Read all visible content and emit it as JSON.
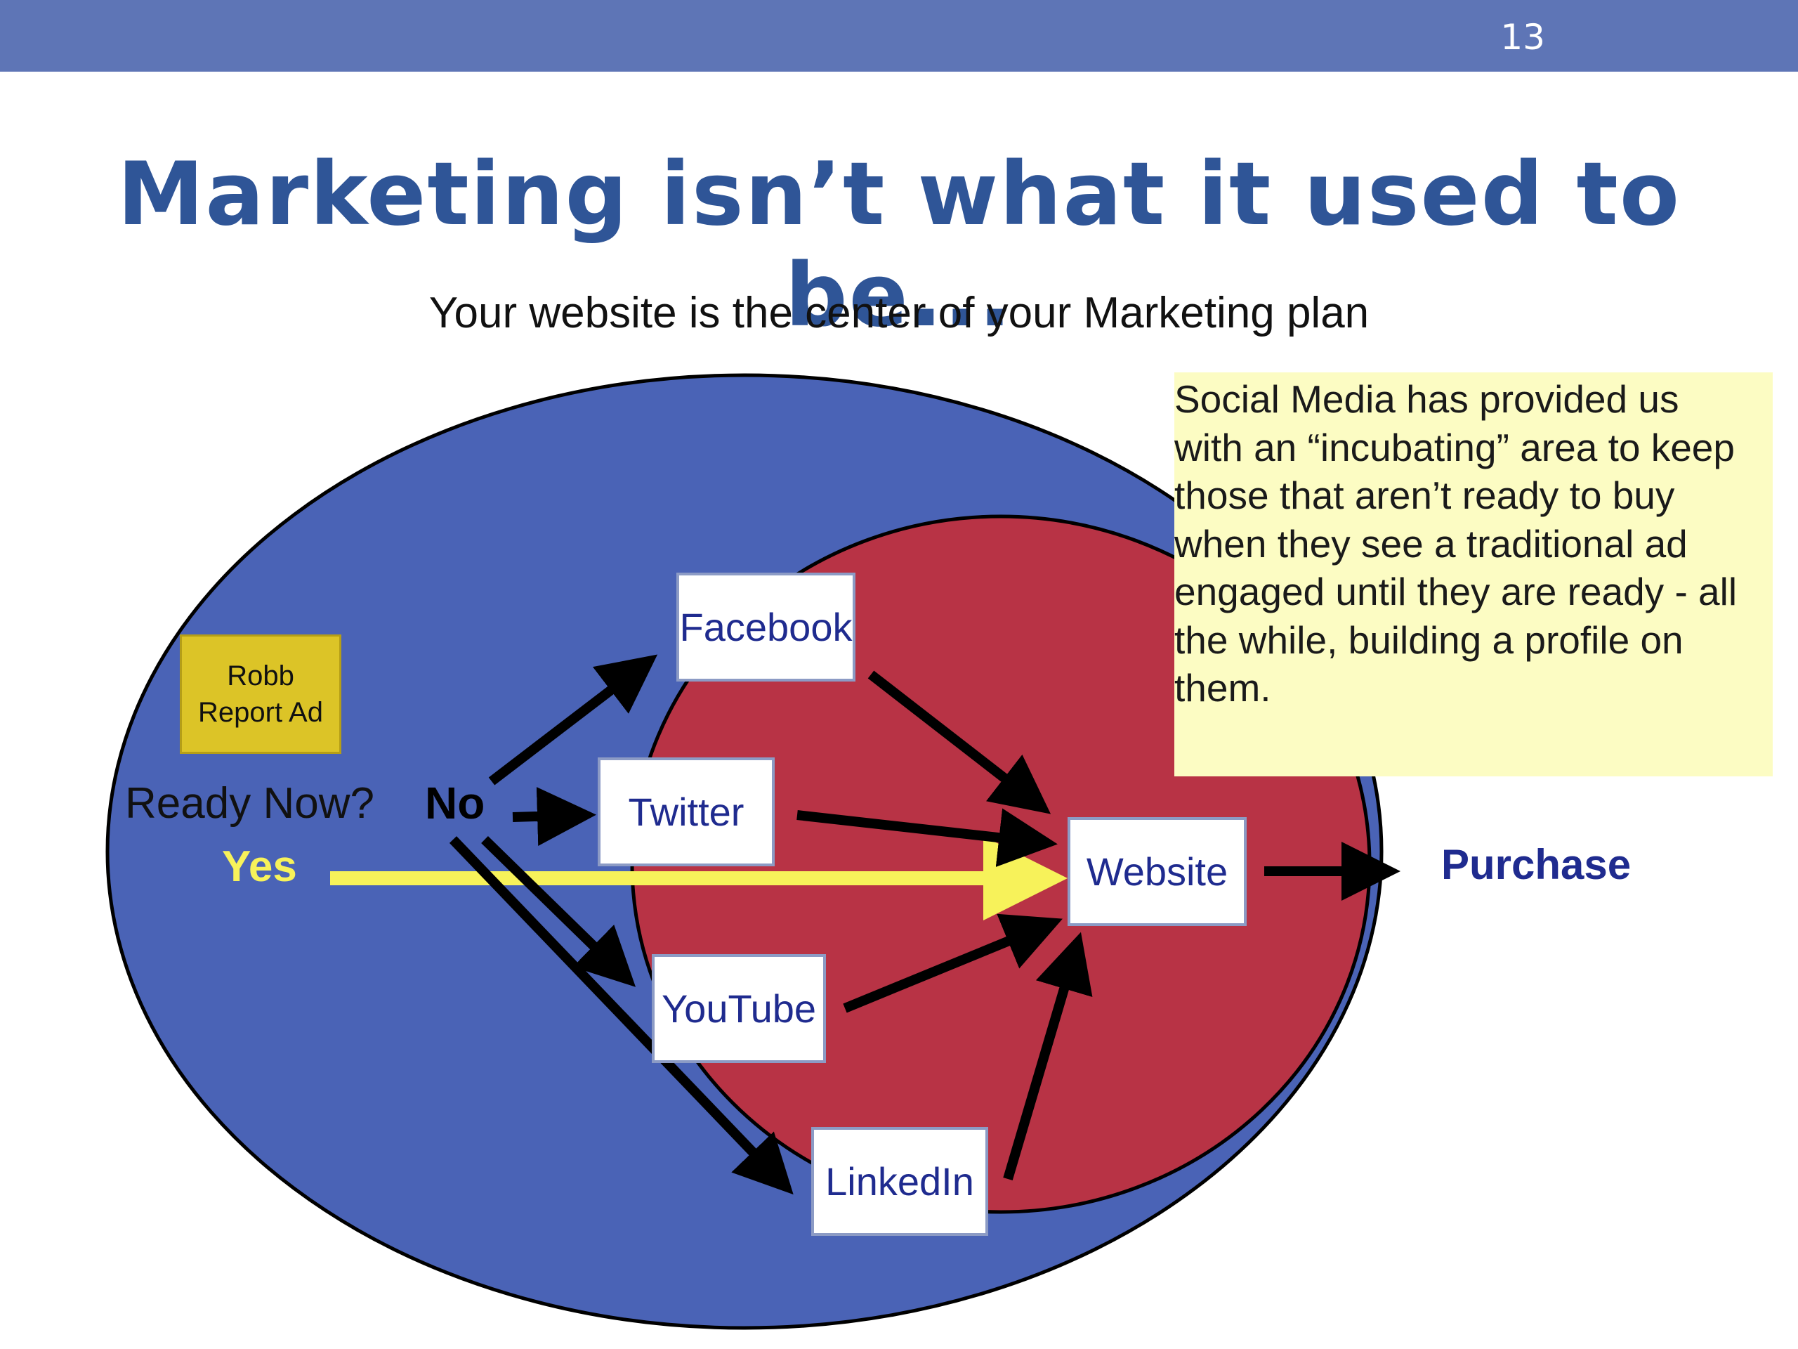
{
  "slide_number": "13",
  "title": "Marketing isn’t what it used to be...",
  "subtitle": "Your website is the center of your Marketing plan",
  "colors": {
    "header_bar": "#5e75b6",
    "title": "#2f5597",
    "outer_circle": "#4a63b6",
    "inner_circle": "#b83345",
    "yes_arrow": "#f7f25a",
    "robb_box": "#dcc427",
    "note_bg": "#fcfcc3",
    "node_text": "#1f2b8f"
  },
  "robb_ad": [
    "Robb",
    "Report Ad"
  ],
  "question": {
    "ready_now": "Ready Now?",
    "no": "No",
    "yes": "Yes"
  },
  "nodes": {
    "facebook": "Facebook",
    "twitter": "Twitter",
    "youtube": "YouTube",
    "linkedin": "LinkedIn",
    "website": "Website"
  },
  "purchase": "Purchase",
  "note_lines": [
    "Social Media has provided us",
    "with an “incubating” area to keep",
    "those that aren’t ready to buy",
    "when they see a traditional ad",
    "engaged until they are ready - all",
    "the while, building a profile on",
    "them."
  ]
}
